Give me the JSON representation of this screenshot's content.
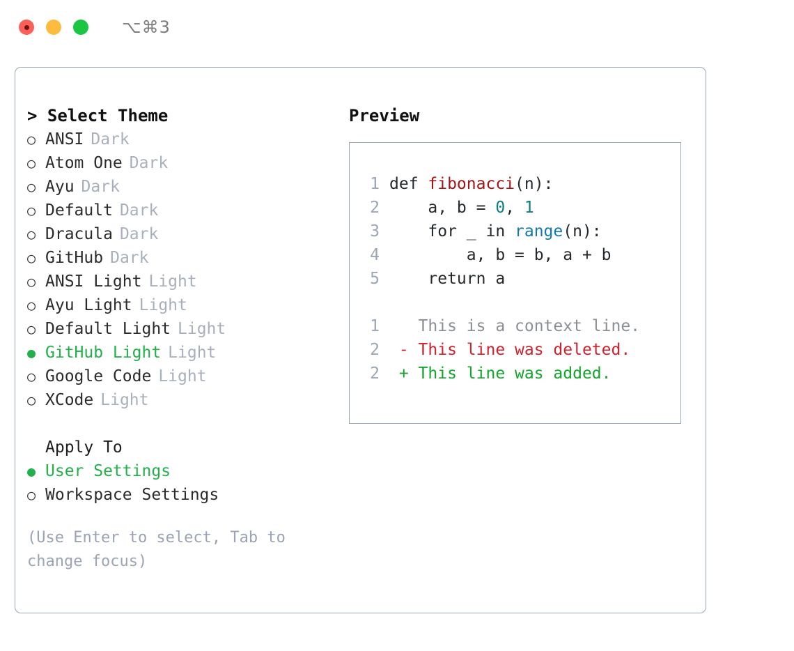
{
  "window": {
    "shortcut": "⌥⌘3",
    "traffic_lights": {
      "close": "close-button",
      "minimize": "minimize-button",
      "maximize": "maximize-button"
    },
    "colors": {
      "close": "#fc6058",
      "minimize": "#fdbc40",
      "maximize": "#1bc643",
      "accent_green": "#22b04a",
      "border": "#9aa5b5",
      "muted": "#a8b0bd"
    }
  },
  "theme_panel": {
    "header": "> Select Theme",
    "bullet_selected": "●",
    "bullet_unselected": "○",
    "items": [
      {
        "name": "ANSI",
        "variant": "Dark",
        "selected": false
      },
      {
        "name": "Atom One",
        "variant": "Dark",
        "selected": false
      },
      {
        "name": "Ayu",
        "variant": "Dark",
        "selected": false
      },
      {
        "name": "Default",
        "variant": "Dark",
        "selected": false
      },
      {
        "name": "Dracula",
        "variant": "Dark",
        "selected": false
      },
      {
        "name": "GitHub",
        "variant": "Dark",
        "selected": false
      },
      {
        "name": "ANSI Light",
        "variant": "Light",
        "selected": false
      },
      {
        "name": "Ayu Light",
        "variant": "Light",
        "selected": false
      },
      {
        "name": "Default Light",
        "variant": "Light",
        "selected": false
      },
      {
        "name": "GitHub Light",
        "variant": "Light",
        "selected": true
      },
      {
        "name": "Google Code",
        "variant": "Light",
        "selected": false
      },
      {
        "name": "XCode",
        "variant": "Light",
        "selected": false
      }
    ]
  },
  "apply_to": {
    "title": "Apply To",
    "options": [
      {
        "label": "User Settings",
        "selected": true
      },
      {
        "label": "Workspace Settings",
        "selected": false
      }
    ]
  },
  "hint": "(Use Enter to select, Tab to change focus)",
  "preview": {
    "title": "Preview",
    "code_lines": [
      {
        "num": "1",
        "segments": [
          {
            "text": "def ",
            "tok": "plain"
          },
          {
            "text": "fibonacci",
            "tok": "func"
          },
          {
            "text": "(n):",
            "tok": "plain"
          }
        ]
      },
      {
        "num": "2",
        "segments": [
          {
            "text": "    a, b = ",
            "tok": "plain"
          },
          {
            "text": "0",
            "tok": "num"
          },
          {
            "text": ", ",
            "tok": "plain"
          },
          {
            "text": "1",
            "tok": "num"
          }
        ]
      },
      {
        "num": "3",
        "segments": [
          {
            "text": "    for _ in ",
            "tok": "plain"
          },
          {
            "text": "range",
            "tok": "call"
          },
          {
            "text": "(n):",
            "tok": "plain"
          }
        ]
      },
      {
        "num": "4",
        "segments": [
          {
            "text": "        a, b = b, a + b",
            "tok": "plain"
          }
        ]
      },
      {
        "num": "5",
        "segments": [
          {
            "text": "    return a",
            "tok": "plain"
          }
        ]
      }
    ],
    "diff_lines": [
      {
        "num": "1",
        "marker": " ",
        "text": "This is a context line.",
        "kind": "context"
      },
      {
        "num": "2",
        "marker": "-",
        "text": "This line was deleted.",
        "kind": "delete"
      },
      {
        "num": "2",
        "marker": "+",
        "text": "This line was added.",
        "kind": "add"
      }
    ]
  }
}
